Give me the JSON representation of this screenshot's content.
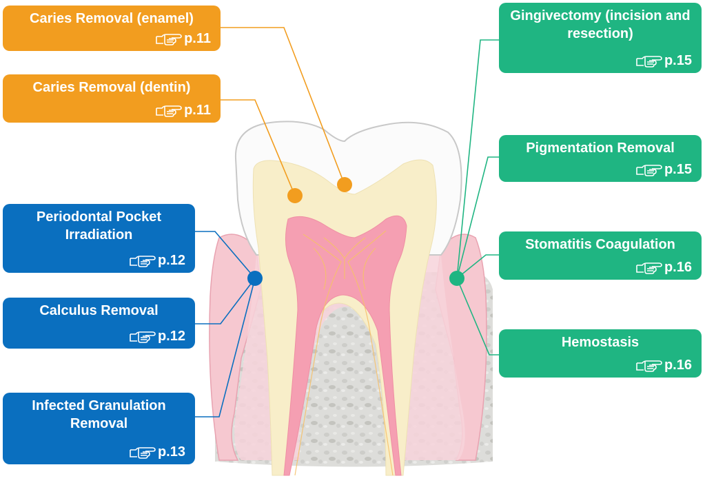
{
  "labels": [
    {
      "id": "caries-enamel",
      "title": "Caries Removal (enamel)",
      "page": "p.11",
      "color": "#f29d1f"
    },
    {
      "id": "caries-dentin",
      "title": "Caries Removal (dentin)",
      "page": "p.11",
      "color": "#f29d1f"
    },
    {
      "id": "perio-pocket",
      "title": "Periodontal Pocket Irradiation",
      "page": "p.12",
      "color": "#0a6fbf"
    },
    {
      "id": "calculus",
      "title": "Calculus Removal",
      "page": "p.12",
      "color": "#0a6fbf"
    },
    {
      "id": "granulation",
      "title": "Infected Granulation Removal",
      "page": "p.13",
      "color": "#0a6fbf"
    },
    {
      "id": "gingivectomy",
      "title": "Gingivectomy (incision and resection)",
      "page": "p.15",
      "color": "#1fb582"
    },
    {
      "id": "pigmentation",
      "title": "Pigmentation Removal",
      "page": "p.15",
      "color": "#1fb582"
    },
    {
      "id": "stomatitis",
      "title": "Stomatitis Coagulation",
      "page": "p.16",
      "color": "#1fb582"
    },
    {
      "id": "hemostasis",
      "title": "Hemostasis",
      "page": "p.16",
      "color": "#1fb582"
    }
  ],
  "icons": {
    "page_reference": "pointing-hand-icon"
  },
  "colors": {
    "caries": "#f29d1f",
    "periodontal": "#0a6fbf",
    "soft_tissue": "#1fb582"
  }
}
